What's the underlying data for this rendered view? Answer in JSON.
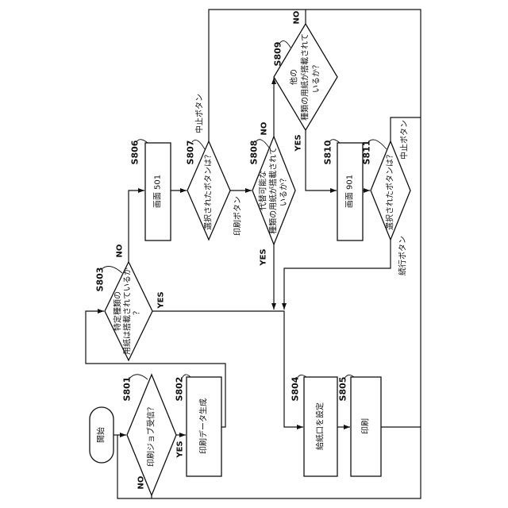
{
  "diagram": {
    "start": "開始",
    "steps": {
      "s801": {
        "id": "S801",
        "lines": [
          "印刷ジョブ受信？"
        ]
      },
      "s802": {
        "id": "S802",
        "lines": [
          "印刷データ生成"
        ]
      },
      "s803": {
        "id": "S803",
        "lines": [
          "特定種類の",
          "用紙は搭載されているか",
          "？"
        ]
      },
      "s804": {
        "id": "S804",
        "lines": [
          "給紙口を設定"
        ]
      },
      "s805": {
        "id": "S805",
        "lines": [
          "印刷"
        ]
      },
      "s806": {
        "id": "S806",
        "lines": [
          "画面 501"
        ]
      },
      "s807": {
        "id": "S807",
        "lines": [
          "選択されたボタンは？"
        ]
      },
      "s808": {
        "id": "S808",
        "lines": [
          "代替可能な",
          "種類の用紙が搭載されて",
          "いるか？"
        ]
      },
      "s809": {
        "id": "S809",
        "lines": [
          "他の",
          "種類の用紙が搭載されて",
          "いるか？"
        ]
      },
      "s810": {
        "id": "S810",
        "lines": [
          "画面 901"
        ]
      },
      "s811": {
        "id": "S811",
        "lines": [
          "選択されたボタンは？"
        ]
      }
    },
    "branches": {
      "s801_yes": "YES",
      "s801_no": "NO",
      "s803_yes": "YES",
      "s803_no": "NO",
      "s807_cancel": "中止ボタン",
      "s807_print": "印刷ボタン",
      "s808_yes": "YES",
      "s808_no": "NO",
      "s809_yes": "YES",
      "s809_no": "NO",
      "s811_cancel": "中止ボタン",
      "s811_continue": "続行ボタン"
    }
  }
}
